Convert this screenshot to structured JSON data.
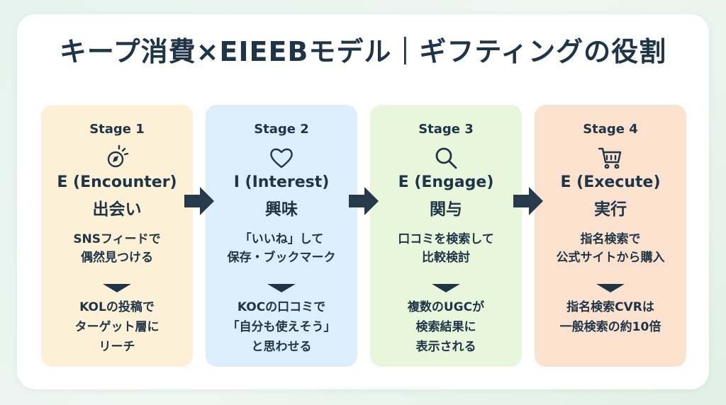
{
  "title": "キープ消費×EIEEBモデル｜ギフティングの役割",
  "stages": [
    {
      "label": "Stage 1",
      "icon": "compass-icon",
      "name": "E (Encounter)",
      "jp": "出会い",
      "desc": [
        "SNSフィードで",
        "偶然見つける"
      ],
      "result": [
        "KOLの投稿で",
        "ターゲット層に",
        "リーチ"
      ],
      "bg_color": "#fcf1d6"
    },
    {
      "label": "Stage 2",
      "icon": "heart-icon",
      "name": "I (Interest)",
      "jp": "興味",
      "desc": [
        "「いいね」して",
        "保存・ブックマーク"
      ],
      "result": [
        "KOCの口コミで",
        "「自分も使えそう」",
        "と思わせる"
      ],
      "bg_color": "#dceefc"
    },
    {
      "label": "Stage 3",
      "icon": "search-icon",
      "name": "E (Engage)",
      "jp": "関与",
      "desc": [
        "口コミを検索して",
        "比較検討"
      ],
      "result": [
        "複数のUGCが",
        "検索結果に",
        "表示される"
      ],
      "bg_color": "#e8f6dc"
    },
    {
      "label": "Stage 4",
      "icon": "cart-icon",
      "name": "E (Execute)",
      "jp": "実行",
      "desc": [
        "指名検索で",
        "公式サイトから購入"
      ],
      "result": [
        "指名検索CVRは",
        "一般検索の約10倍"
      ],
      "bg_color": "#fbe2cf"
    }
  ],
  "colors": {
    "text": "#1f3547",
    "arrow": "#263a4b"
  }
}
